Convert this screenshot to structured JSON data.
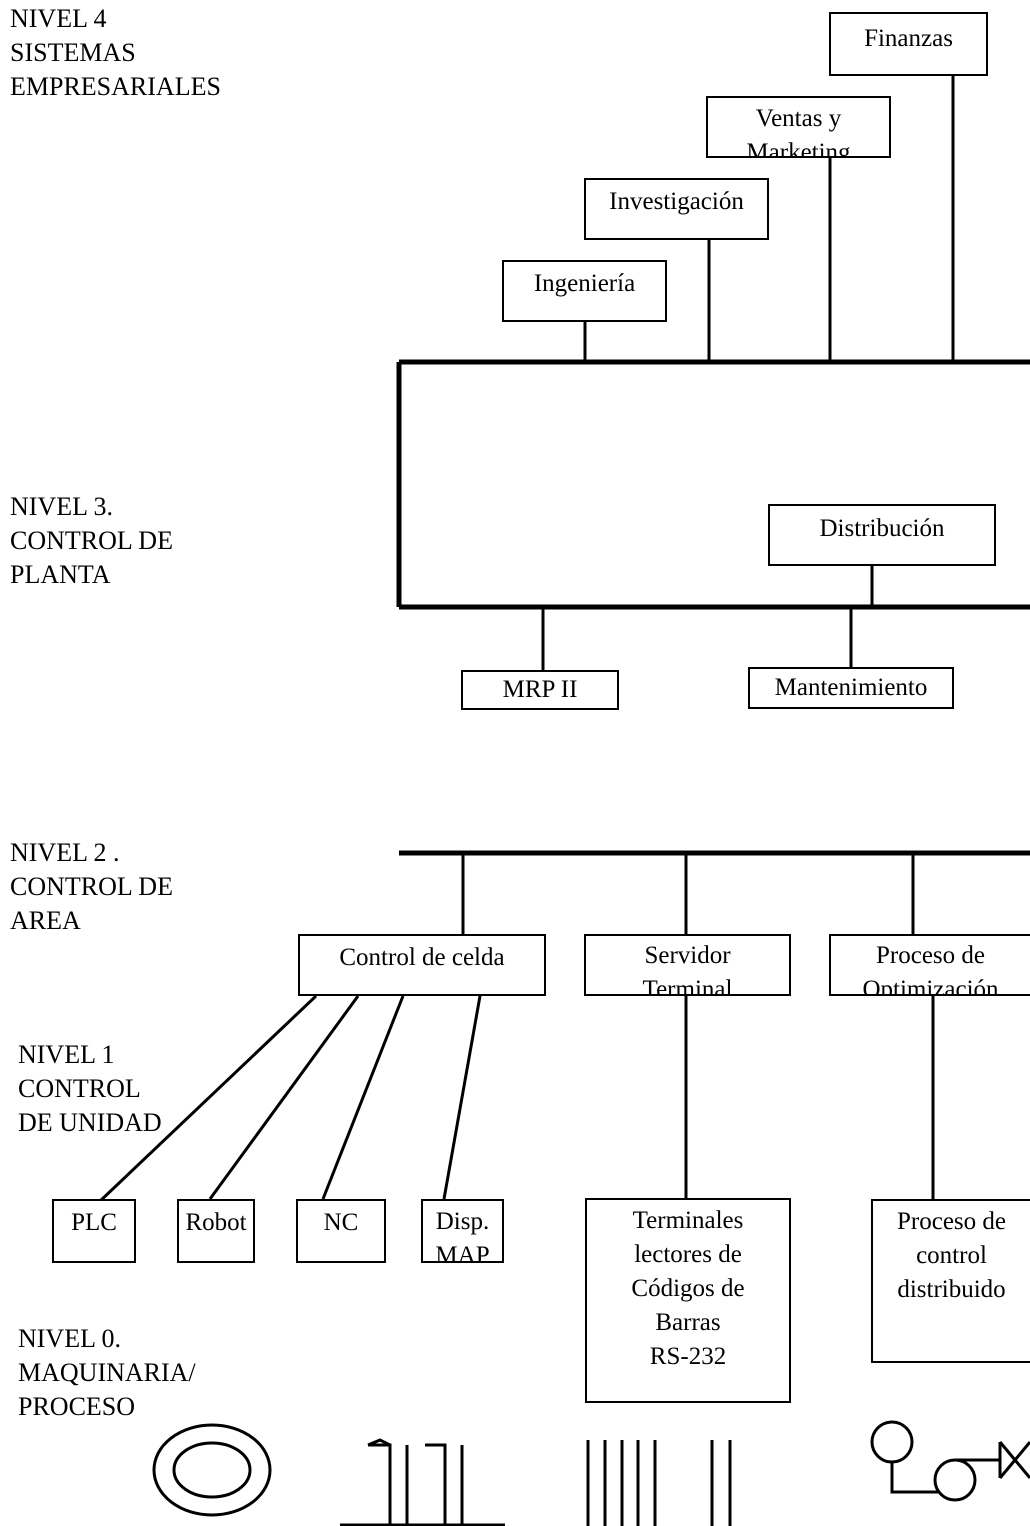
{
  "levels": {
    "l4": "NIVEL 4\nSISTEMAS\nEMPRESARIALES",
    "l3": "NIVEL 3.\nCONTROL DE\nPLANTA",
    "l2": "NIVEL 2 .\nCONTROL DE\nAREA",
    "l1": "NIVEL 1\nCONTROL\nDE UNIDAD",
    "l0": "NIVEL 0.\nMAQUINARIA/\nPROCESO"
  },
  "boxes": {
    "finanzas": "Finanzas",
    "ventas": "Ventas y\nMarketing",
    "investigacion": "Investigación",
    "ingenieria": "Ingeniería",
    "distribucion": "Distribución",
    "mrp": "MRP II",
    "mantenimiento": "Mantenimiento",
    "control_celda": "Control de celda",
    "servidor": "Servidor\nTerminal",
    "optimizacion": "Proceso de\nOptimización",
    "plc": "PLC",
    "robot": "Robot",
    "nc": "NC",
    "disp": "Disp.\nMAP",
    "terminales": "Terminales\nlectores de\nCódigos de\nBarras\nRS-232",
    "proceso_control": "Proceso de\ncontrol\ndistribuido"
  }
}
